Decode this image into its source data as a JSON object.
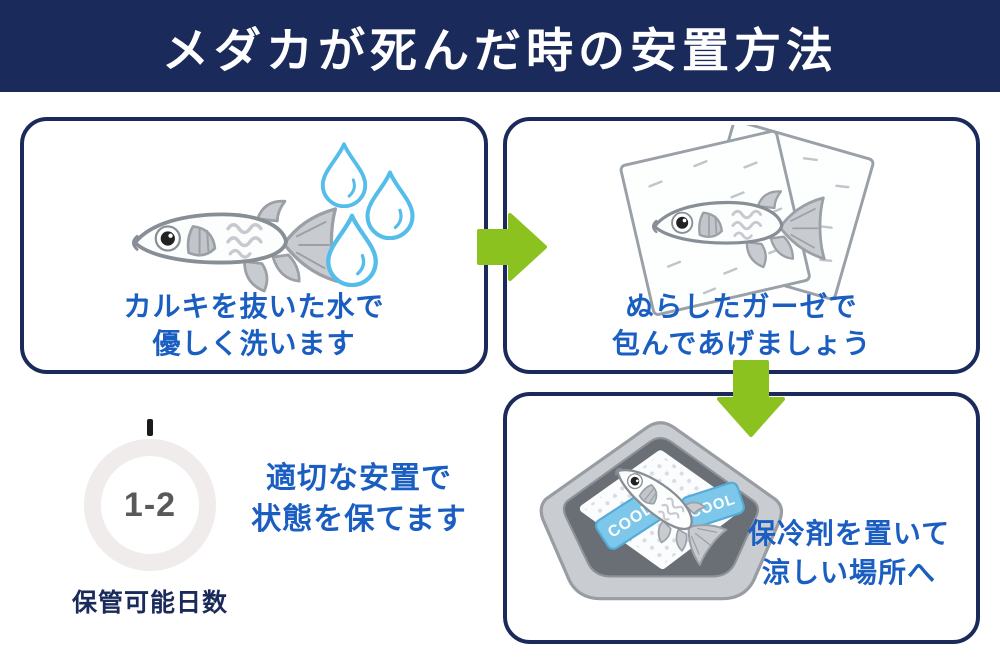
{
  "header": {
    "title": "メダカが死んだ時の安置方法"
  },
  "steps": [
    {
      "name": "wash",
      "caption": [
        "カルキを抜いた水で",
        "優しく洗います"
      ],
      "illustration": "medaka-fish-with-water-drops"
    },
    {
      "name": "wrap",
      "caption": [
        "ぬらしたガーゼで",
        "包んであげましょう"
      ],
      "illustration": "medaka-fish-on-gauze-sheets"
    },
    {
      "name": "cool",
      "caption": [
        "保冷剤を置いて",
        "涼しい場所へ"
      ],
      "illustration": "medaka-fish-in-tray-with-ice-packs",
      "ice_pack_label": "COOL"
    }
  ],
  "storage": {
    "value": "1-2",
    "label": "保管可能日数",
    "note": [
      "適切な安置で",
      "状態を保てます"
    ]
  },
  "icons": {
    "arrow_right": "arrow-right-icon",
    "arrow_down": "arrow-down-icon",
    "water_drops": "water-drops-icon",
    "ring_gauge": "storage-days-ring-gauge"
  },
  "colors": {
    "header_bg": "#1a2a5b",
    "panel_border": "#1a2a5b",
    "caption_blue": "#1b5ec2",
    "arrow_green": "#8bc220",
    "drop_blue": "#55bde9",
    "ring_gray": "#efeceb",
    "value_gray": "#595959",
    "ice_pack_blue": "#7cc7ea"
  }
}
